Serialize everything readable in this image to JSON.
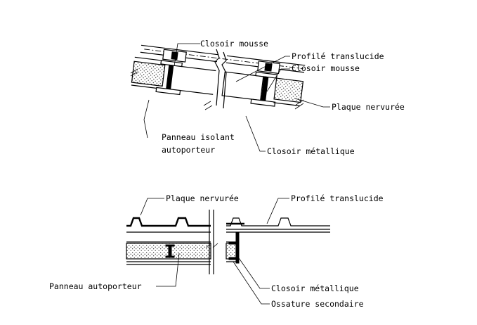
{
  "top_section": {
    "labels": {
      "closoir_mousse_1": "Closoir mousse",
      "profile_translucide": "Profilé translucide",
      "closoir_mousse_2": "Closoir mousse",
      "plaque_nervuree": "Plaque nervurée",
      "panneau_isolant_line1": "Panneau isolant",
      "panneau_isolant_line2": "autoporteur",
      "closoir_metallique": "Closoir métallique"
    }
  },
  "bottom_section": {
    "labels": {
      "plaque_nervuree": "Plaque nervurée",
      "profile_translucide": "Profilé translucide",
      "panneau_autoporteur": "Panneau autoporteur",
      "closoir_metallique": "Closoir métallique",
      "ossature_secondaire": "Ossature secondaire"
    }
  },
  "colors": {
    "ink": "#000000",
    "paper": "#ffffff"
  }
}
